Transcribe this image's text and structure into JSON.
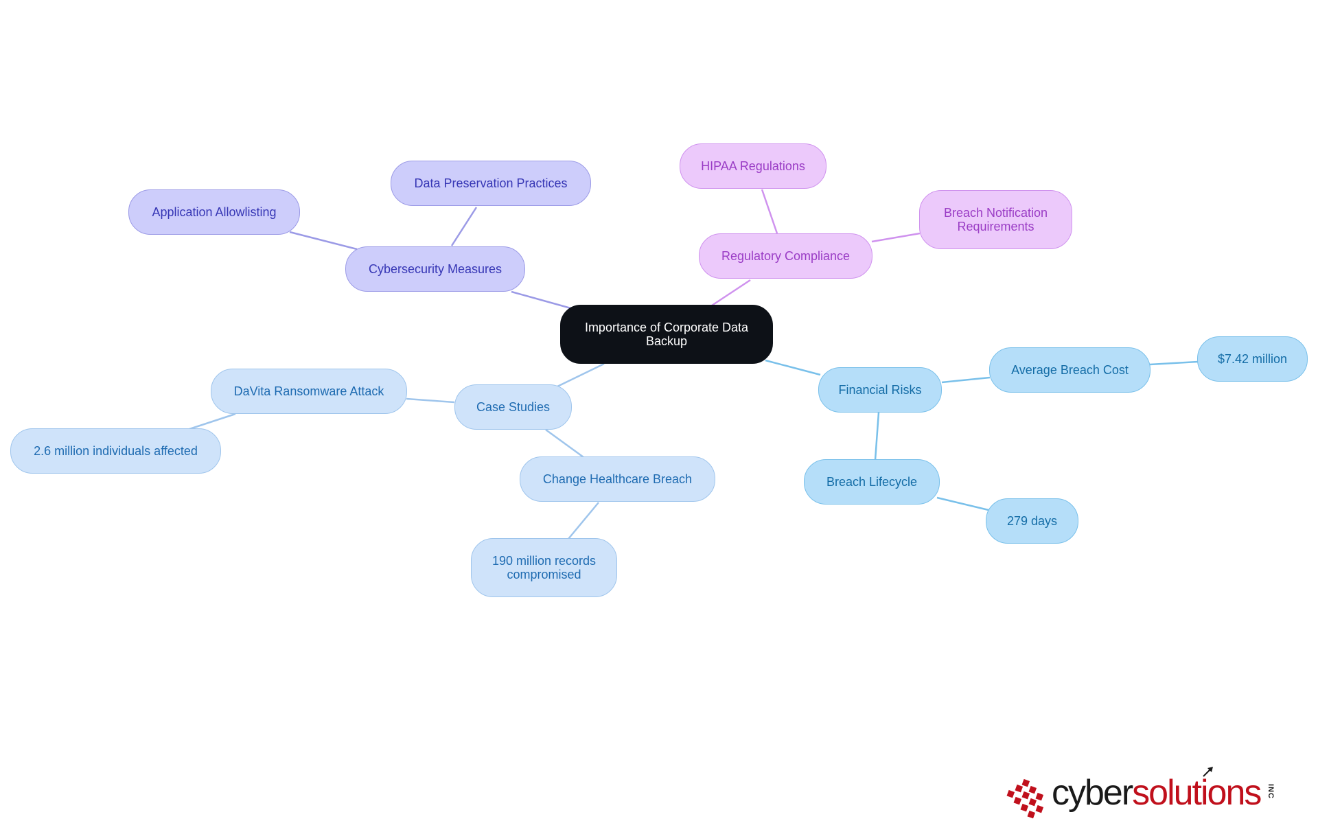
{
  "root": {
    "label": "Importance of Corporate Data Backup"
  },
  "branches": {
    "cybersecurity": {
      "label": "Cybersecurity Measures",
      "children": [
        "Application Allowlisting",
        "Data Preservation Practices"
      ]
    },
    "regulatory": {
      "label": "Regulatory Compliance",
      "children": [
        "HIPAA Regulations",
        "Breach Notification Requirements"
      ]
    },
    "financial": {
      "label": "Financial Risks",
      "average_breach_cost": {
        "label": "Average Breach Cost",
        "value": "$7.42 million"
      },
      "breach_lifecycle": {
        "label": "Breach Lifecycle",
        "value": "279 days"
      }
    },
    "case_studies": {
      "label": "Case Studies",
      "davita": {
        "label": "DaVita Ransomware Attack",
        "value": "2.6 million individuals affected"
      },
      "change_healthcare": {
        "label": "Change Healthcare Breach",
        "value": "190 million records compromised"
      }
    }
  },
  "logo": {
    "part1": "cyber",
    "part2": "solutions",
    "suffix": "INC"
  },
  "colors": {
    "root": "#0d1117",
    "cybersecurity": "#cdcdfb",
    "regulatory": "#ecc9fb",
    "financial": "#b5def9",
    "case_studies": "#cfe3fa",
    "brand_red": "#c0101c"
  }
}
